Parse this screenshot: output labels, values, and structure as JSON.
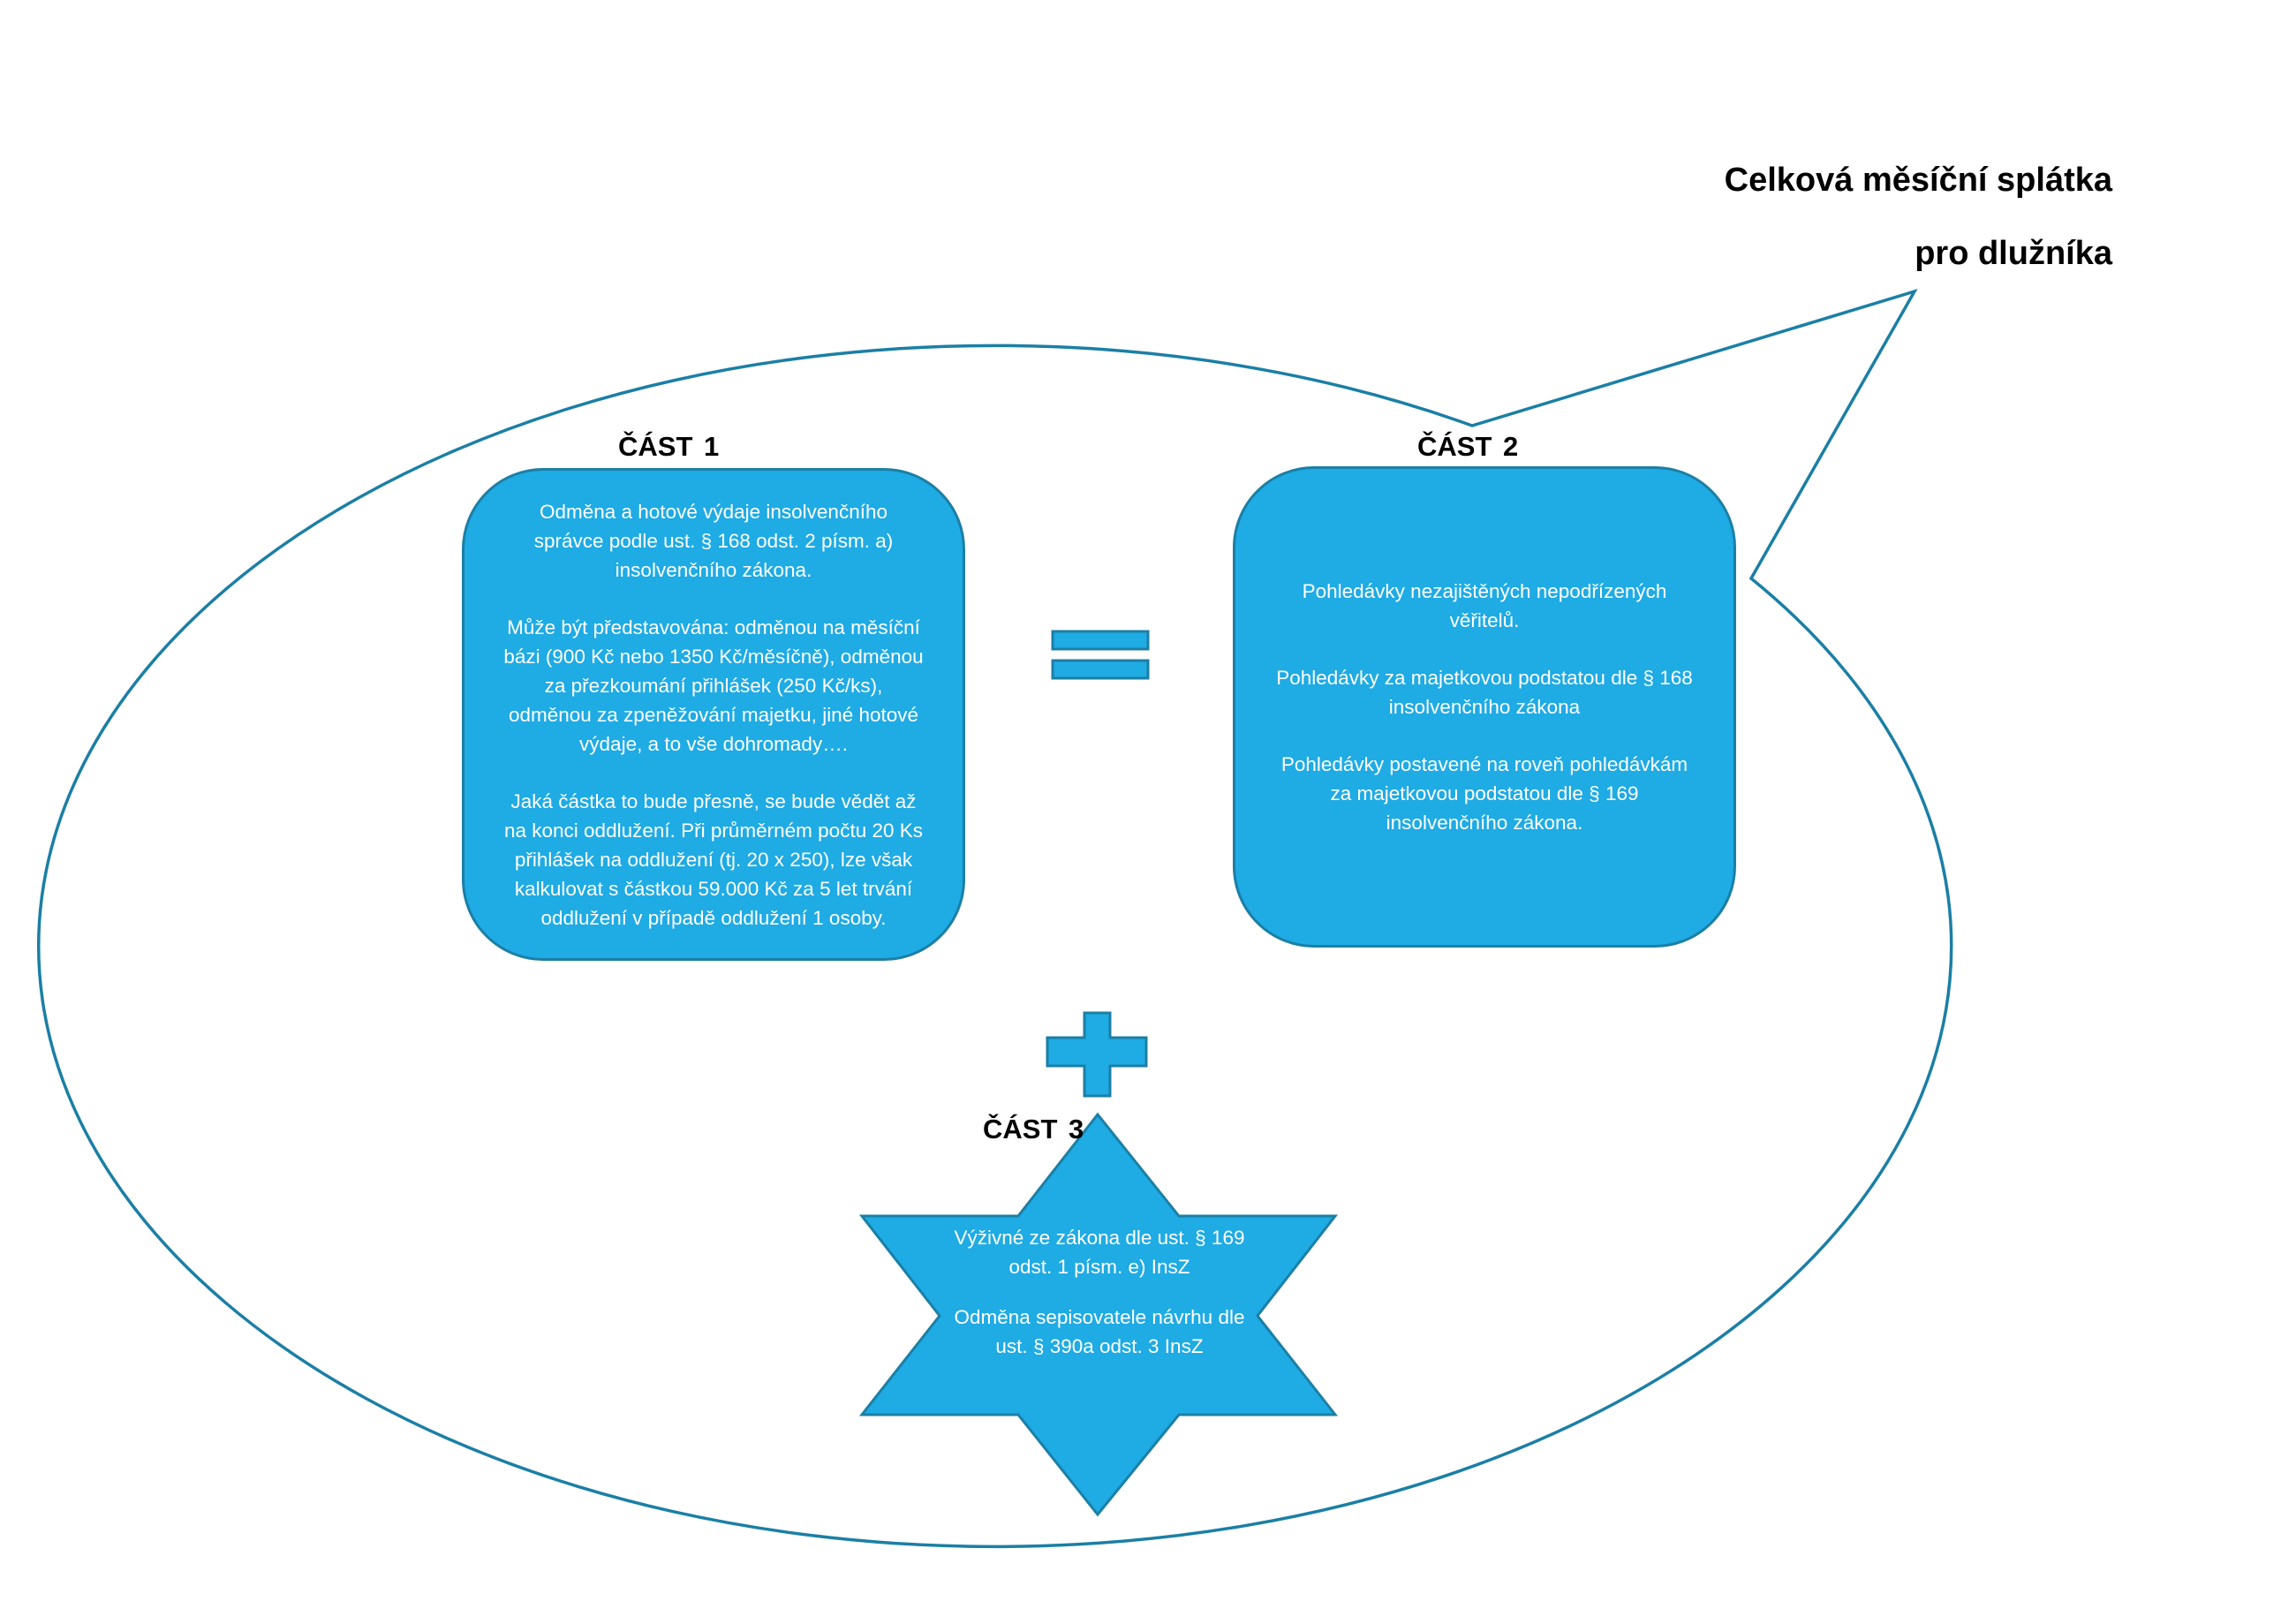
{
  "title": {
    "line1": "Celková měsíční splátka",
    "line2": "pro dlužníka"
  },
  "parts": [
    {
      "label": "ČÁST  1",
      "paragraphs": [
        "Odměna a hotové výdaje insolvenčního správce podle ust. § 168 odst. 2 písm. a) insolvenčního zákona.",
        "Může být představována: odměnou na měsíční bázi (900 Kč nebo 1350 Kč/měsíčně), odměnou za přezkoumání přihlášek (250 Kč/ks), odměnou za zpeněžování majetku, jiné hotové výdaje, a to vše dohromady….",
        "Jaká částka to bude přesně, se bude vědět až na konci oddlužení. Při průměrném počtu 20 Ks přihlášek na oddlužení (tj. 20 x 250), lze však kalkulovat s částkou 59.000 Kč za 5 let trvání oddlužení v případě oddlužení 1 osoby."
      ]
    },
    {
      "label": "ČÁST 2",
      "paragraphs": [
        "Pohledávky nezajištěných nepodřízených věřitelů.",
        "Pohledávky za majetkovou podstatou dle § 168 insolvenčního zákona",
        "Pohledávky postavené na roveň pohledávkám za majetkovou podstatou dle § 169 insolvenčního zákona."
      ]
    },
    {
      "label": "ČÁST 3",
      "paragraphs": [
        "Výživné ze zákona dle ust. § 169 odst. 1 písm. e) InsZ",
        "Odměna sepisovatele návrhu dle ust. § 390a odst. 3 InsZ"
      ]
    }
  ],
  "colors": {
    "shape_fill": "#1fabe4",
    "shape_border": "#1b7fa5",
    "bubble_outline": "#1b7fa5",
    "text_on_shape": "#ffffff",
    "label_text": "#000000"
  },
  "icons": {
    "equals": "equals-sign-icon",
    "plus": "plus-sign-icon",
    "star": "six-point-star-shape"
  }
}
